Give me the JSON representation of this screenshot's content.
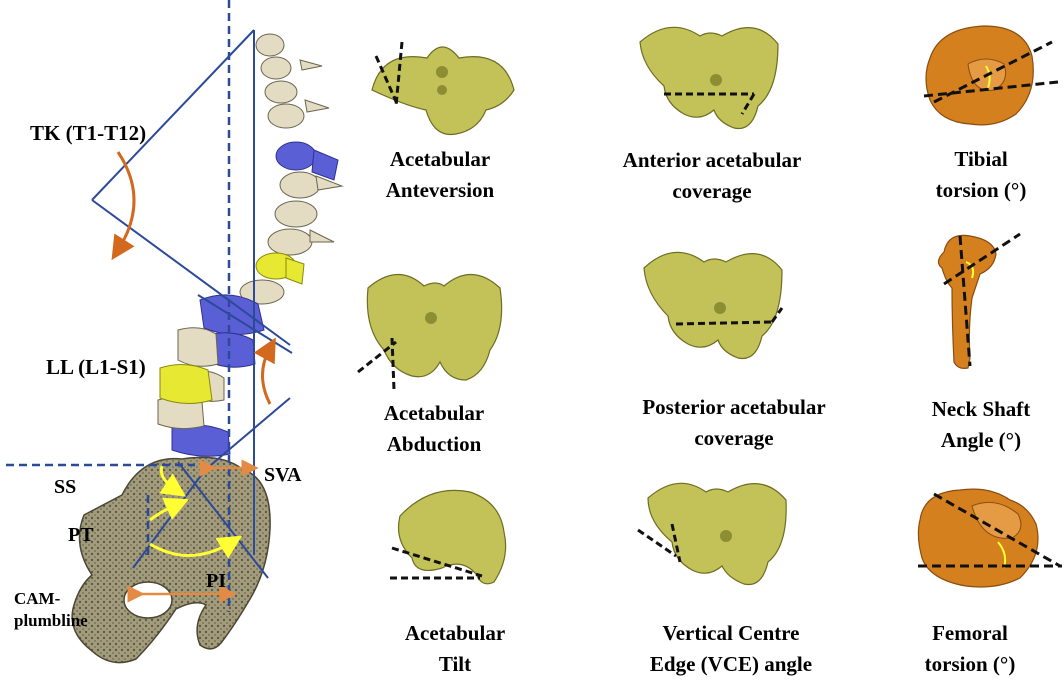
{
  "spine_panel": {
    "tk": "TK (T1-T12)",
    "ll": "LL (L1-S1)",
    "ss": "SS",
    "pt": "PT",
    "pi": "PI",
    "sva": "SVA",
    "cam_line1": "CAM-",
    "cam_line2": "plumbline"
  },
  "measures": {
    "acetabular_anteversion": [
      "Acetabular",
      "Anteversion"
    ],
    "anterior_coverage": [
      "Anterior acetabular",
      "coverage"
    ],
    "tibial_torsion": [
      "Tibial",
      "torsion (°)"
    ],
    "acetabular_abduction": [
      "Acetabular",
      "Abduction"
    ],
    "posterior_coverage": [
      "Posterior acetabular",
      "coverage"
    ],
    "neck_shaft_angle": [
      "Neck Shaft",
      "Angle (°)"
    ],
    "acetabular_tilt": [
      "Acetabular",
      "Tilt"
    ],
    "vce_angle": [
      "Vertical Centre",
      "Edge (VCE) angle"
    ],
    "femoral_torsion": [
      "Femoral",
      "torsion (°)"
    ]
  },
  "colors": {
    "bone": "#e3dcc3",
    "bone_texture": "#8a8468",
    "thoracic_highlight": "#5a5fd6",
    "lumbar_highlight": "#e6e832",
    "pelvis_model": "#c2c259",
    "femur_model": "#d4801e",
    "reference_line": "#2c4a98",
    "angle_arrow": "#d2691e",
    "pelvic_angle_arrow": "#ffff33",
    "sva_arrow": "#e38a45",
    "dashed_line": "#111111"
  }
}
